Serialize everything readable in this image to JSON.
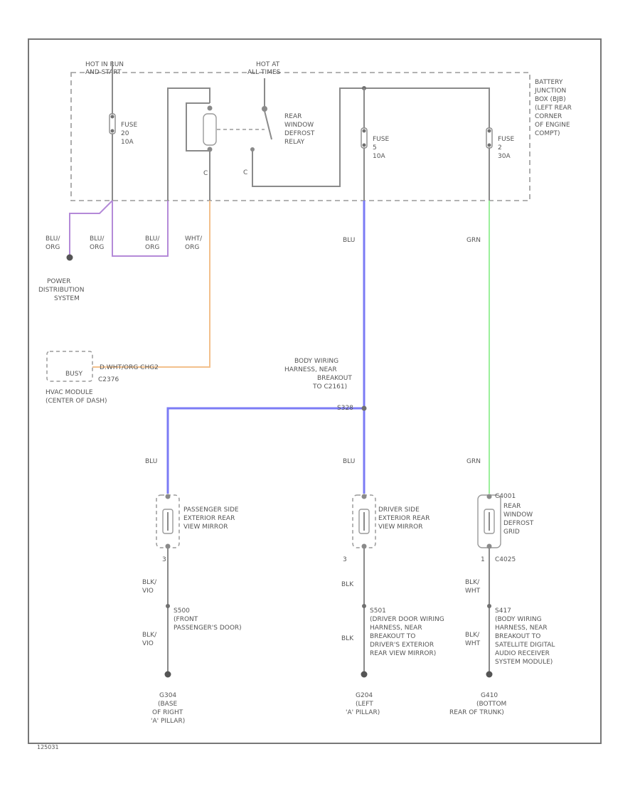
{
  "colors": {
    "wire_gray": "#8a8a8a",
    "wire_blue": "#7b7bf5",
    "wire_green": "#9bf09b",
    "wire_orange": "#f3c08c",
    "wire_violet": "#b48ad8"
  },
  "labels": {
    "hot_run_start": [
      "HOT IN RUN",
      "AND START"
    ],
    "hot_all_times": [
      "HOT AT",
      "ALL TIMES"
    ],
    "bjb": [
      "BATTERY",
      "JUNCTION",
      "BOX (BJB)",
      "(LEFT REAR",
      "CORNER",
      "OF ENGINE",
      "COMPT)"
    ],
    "fuse_a": [
      "FUSE",
      "20",
      "10A"
    ],
    "fuse_b": [
      "FUSE",
      "5",
      "10A"
    ],
    "fuse_c": [
      "FUSE",
      "2",
      "30A"
    ],
    "relay": [
      "REAR",
      "WINDOW",
      "DEFROST",
      "RELAY"
    ],
    "relay_pin": "C",
    "relay_pin2": "C",
    "w_blu_org1": [
      "BLU/",
      "ORG"
    ],
    "w_blu_org2": [
      "BLU/",
      "ORG"
    ],
    "w_blu_org3": [
      "BLU/",
      "ORG"
    ],
    "w_wht_org": [
      "WHT/",
      "ORG"
    ],
    "w_blu_top": "BLU",
    "w_grn_top": "GRN",
    "power_dist": [
      "POWER",
      "DISTRIBUTION",
      "SYSTEM"
    ],
    "hvac_conn": "BUSY",
    "hvac_wire": "D.WHT/ORG  CHG2",
    "hvac_pin": "C2376",
    "hvac_module": [
      "HVAC MODULE",
      "(CENTER OF DASH)"
    ],
    "body_breakout": [
      "BODY WIRING",
      "HARNESS, NEAR",
      "BREAKOUT",
      "TO C2161)",
      "S328"
    ],
    "w_blu_left": "BLU",
    "w_blu_mid": "BLU",
    "w_grn_right": "GRN",
    "pass_mirror": [
      "PASSENGER SIDE",
      "EXTERIOR REAR",
      "VIEW MIRROR"
    ],
    "drv_mirror": [
      "DRIVER SIDE",
      "EXTERIOR REAR",
      "VIEW MIRROR"
    ],
    "rear_defrost": [
      "C4001",
      "REAR",
      "WINDOW",
      "DEFROST",
      "GRID"
    ],
    "pin_pass": "3",
    "pin_drv": "3",
    "pin_grid": "1",
    "grid_conn": "C4025",
    "w_blk_vio1": [
      "BLK/",
      "VIO"
    ],
    "w_blk_vio2": [
      "BLK/",
      "VIO"
    ],
    "w_blk1": "BLK",
    "w_blk2": "BLK",
    "w_blk_wht1": [
      "BLK/",
      "WHT"
    ],
    "w_blk_wht2": [
      "BLK/",
      "WHT"
    ],
    "splice_pass": [
      "S500",
      "(FRONT",
      "PASSENGER'S DOOR)"
    ],
    "splice_drv": [
      "S501",
      "(DRIVER DOOR WIRING",
      "HARNESS, NEAR",
      "BREAKOUT TO",
      "DRIVER'S EXTERIOR",
      "REAR VIEW MIRROR)"
    ],
    "splice_rear": [
      "S417",
      "(BODY WIRING",
      "HARNESS, NEAR",
      "BREAKOUT TO",
      "SATELLITE DIGITAL",
      "AUDIO RECEIVER",
      "SYSTEM MODULE)"
    ],
    "gnd_right_pillar": [
      "G304",
      "(BASE",
      "OF RIGHT",
      "'A' PILLAR)"
    ],
    "gnd_left_pillar": [
      "G204",
      "(LEFT",
      "'A' PILLAR)"
    ],
    "gnd_trunk": [
      "G410",
      "(BOTTOM",
      "REAR OF TRUNK)"
    ],
    "footer_code": "125031"
  }
}
